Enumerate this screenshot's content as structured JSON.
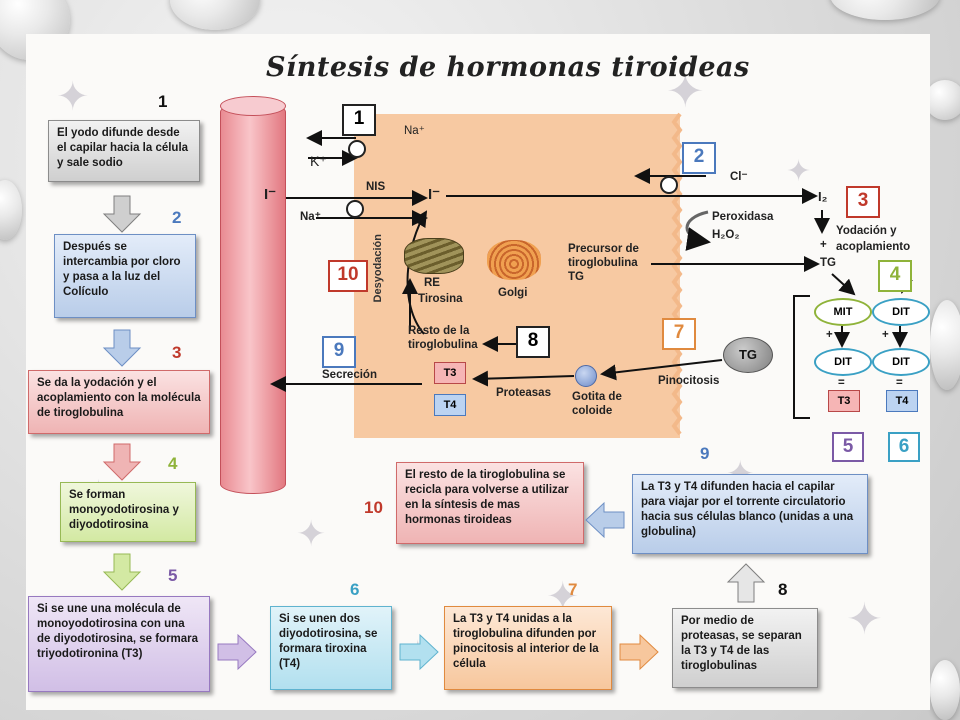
{
  "title": "Síntesis de hormonas tiroideas",
  "colors": {
    "red": "#c0392b",
    "blue": "#4b79bd",
    "green": "#8fb33a",
    "purple": "#7b5aa6",
    "cyan": "#3aa0c4",
    "orange": "#e08a3f"
  },
  "steps": {
    "s1": {
      "num": "1",
      "text": "El yodo difunde desde el capilar hacia la célula y sale sodio"
    },
    "s2": {
      "num": "2",
      "text": "Después se intercambia por cloro y pasa a la luz del Colículo"
    },
    "s3": {
      "num": "3",
      "text": "Se da la yodación y el acoplamiento con la molécula de tiroglobulina"
    },
    "s4": {
      "num": "4",
      "text": "Se forman monoyodotirosina y diyodotirosina"
    },
    "s5": {
      "num": "5",
      "text": "Si se une una molécula de monoyodotirosina con una de diyodotirosina, se formara triyodotironina (T3)"
    },
    "s6": {
      "num": "6",
      "text": "Si se unen dos diyodotirosina, se formara tiroxina (T4)"
    },
    "s7": {
      "num": "7",
      "text": "La T3 y T4 unidas a la tiroglobulina difunden por pinocitosis al interior de la célula"
    },
    "s8": {
      "num": "8",
      "text": "Por medio de proteasas, se separan la T3 y T4 de las tiroglobulinas"
    },
    "s9": {
      "num": "9",
      "text": "La T3 y T4 difunden hacia el capilar para viajar por el torrente circulatorio hacia sus células blanco (unidas a una globulina)"
    },
    "s10": {
      "num": "10",
      "text": "El resto de la tiroglobulina se recicla para volverse a utilizar en la síntesis de mas hormonas tiroideas"
    }
  },
  "diagram": {
    "box_nums": [
      "1",
      "2",
      "3",
      "4",
      "5",
      "6",
      "7",
      "8",
      "9",
      "10"
    ],
    "na_top": "Na⁺",
    "k": "K⁺",
    "i_left": "I⁻",
    "nis": "NIS",
    "i_cell": "I⁻",
    "na_bottom": "Na⁺",
    "cl": "Cl⁻",
    "i2": "I₂",
    "peroxidasa": "Peroxidasa",
    "h2o2": "H₂O₂",
    "yodacion": "Yodación y",
    "plus": "+",
    "acoplamiento": "acoplamiento",
    "tg_label": "TG",
    "re": "RE",
    "tirosina": "Tirosina",
    "golgi": "Golgi",
    "precursor": "Precursor de tiroglobulina TG",
    "desyodacion": "Desyodación",
    "resto": "Resto de la tiroglobulina",
    "secrecion": "Secreción",
    "t3": "T3",
    "t4": "T4",
    "proteasas": "Proteasas",
    "gotita": "Gotita de coloide",
    "pinocitosis": "Pinocitosis",
    "tg": "TG",
    "mit": "MIT",
    "dit": "DIT",
    "eq": "="
  }
}
